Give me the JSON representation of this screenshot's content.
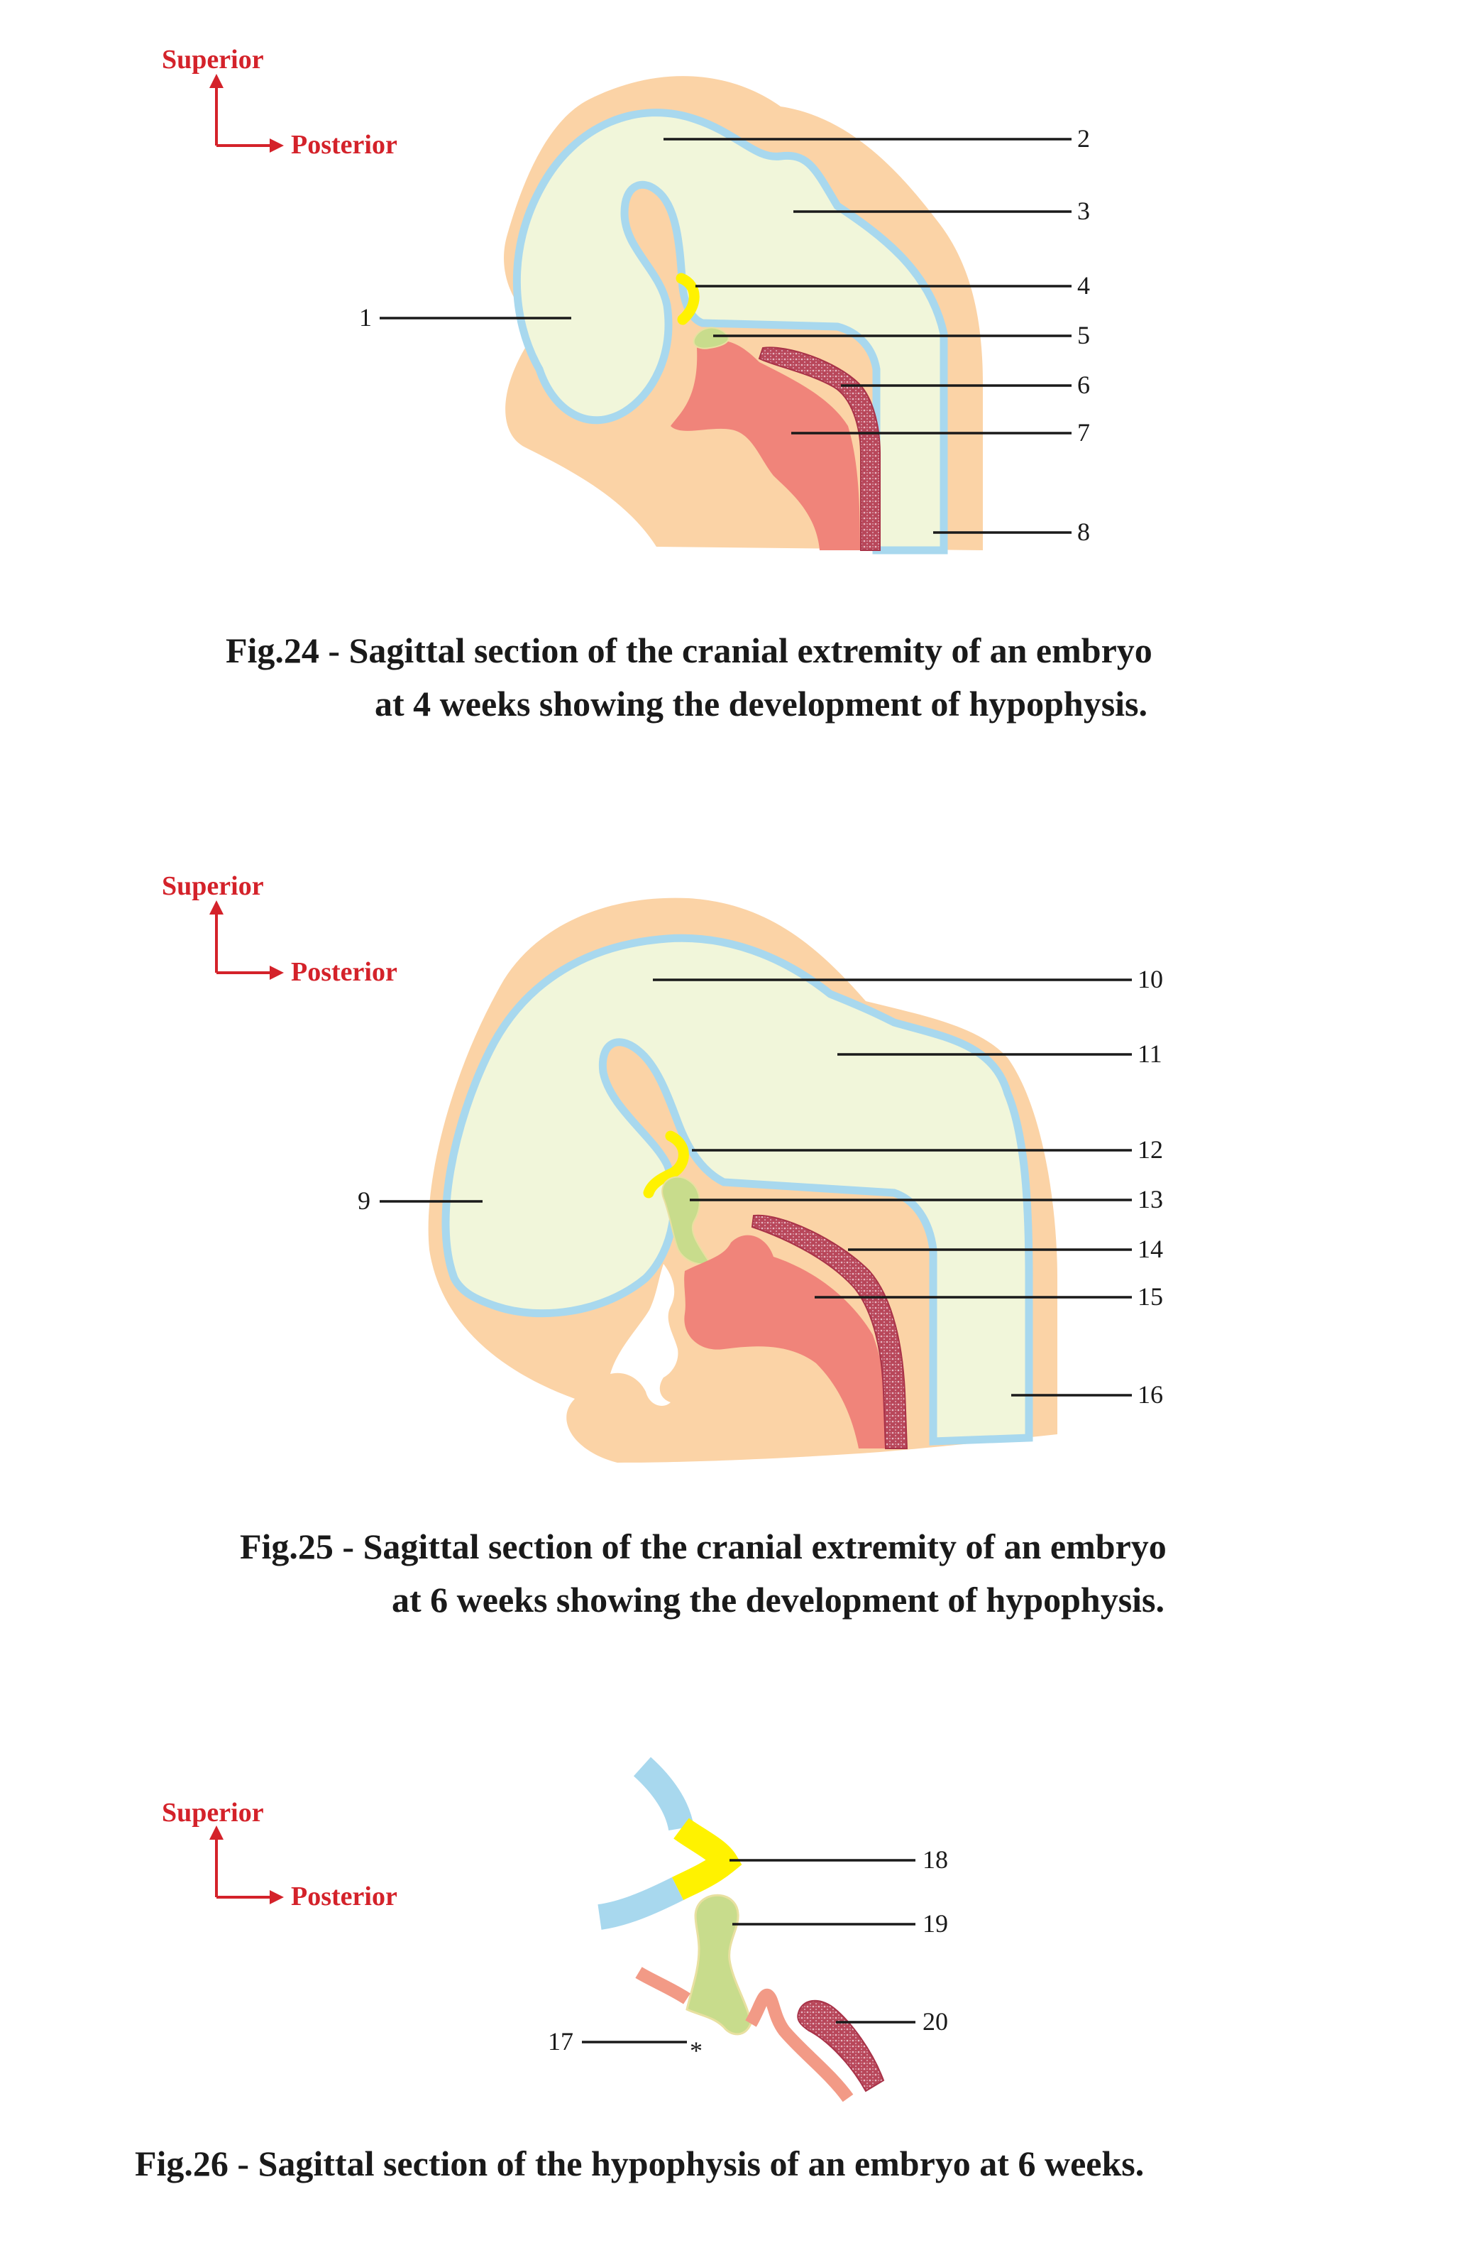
{
  "orientation": {
    "superior": "Superior",
    "posterior": "Posterior"
  },
  "colors": {
    "mesenchyme": "#fbd3a6",
    "neural_tube": "#f1f6da",
    "neuroectoderm": "#a8d8ee",
    "infundibulum": "#fff200",
    "rathke_pouch": "#c8dc8c",
    "pharynx": "#f0847a",
    "notochord": "#b8475a",
    "ectoderm": "#f29a86"
  },
  "fig24": {
    "caption_line1": "Fig.24 - Sagittal section of the cranial extremity of an embryo",
    "caption_line2": "at 4 weeks showing the development of hypophysis.",
    "labels": [
      "1",
      "2",
      "3",
      "4",
      "5",
      "6",
      "7",
      "8"
    ]
  },
  "fig25": {
    "caption_line1": "Fig.25 - Sagittal section of the cranial extremity of an embryo",
    "caption_line2": "at 6 weeks showing the development of hypophysis.",
    "labels": [
      "9",
      "10",
      "11",
      "12",
      "13",
      "14",
      "15",
      "16"
    ]
  },
  "fig26": {
    "caption": "Fig.26 - Sagittal section of the hypophysis of an embryo at 6 weeks.",
    "labels": [
      "17",
      "18",
      "19",
      "20"
    ],
    "asterisk": "*"
  }
}
